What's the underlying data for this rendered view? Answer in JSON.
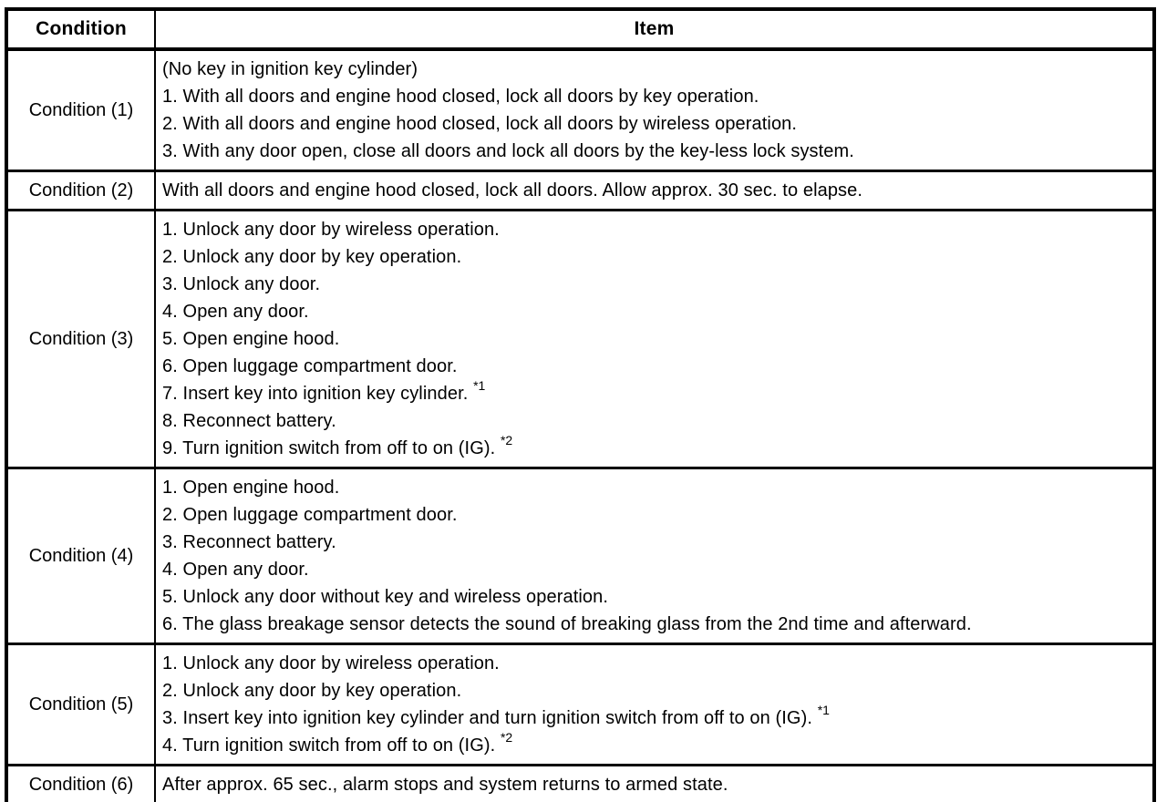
{
  "table": {
    "headers": {
      "condition": "Condition",
      "item": "Item"
    },
    "rows": [
      {
        "condition": "Condition (1)",
        "lines": [
          {
            "t": "(No key in ignition key cylinder)",
            "s": ""
          },
          {
            "t": "1. With all doors and engine hood closed, lock all doors by key operation.",
            "s": ""
          },
          {
            "t": "2. With all doors and engine hood closed, lock all doors by wireless operation.",
            "s": ""
          },
          {
            "t": "3. With any door open, close all doors and lock all doors by the key-less lock system.",
            "s": ""
          }
        ]
      },
      {
        "condition": "Condition (2)",
        "lines": [
          {
            "t": "With all doors and engine hood closed, lock all doors. Allow approx. 30 sec. to elapse.",
            "s": ""
          }
        ]
      },
      {
        "condition": "Condition (3)",
        "lines": [
          {
            "t": "1. Unlock any door by wireless operation.",
            "s": ""
          },
          {
            "t": "2. Unlock any door by key operation.",
            "s": ""
          },
          {
            "t": "3. Unlock any door.",
            "s": ""
          },
          {
            "t": "4. Open any door.",
            "s": ""
          },
          {
            "t": "5. Open engine hood.",
            "s": ""
          },
          {
            "t": "6. Open luggage compartment door.",
            "s": ""
          },
          {
            "t": "7. Insert key into ignition key cylinder.",
            "s": "*1"
          },
          {
            "t": "8. Reconnect battery.",
            "s": ""
          },
          {
            "t": "9. Turn ignition switch from off to on (IG).",
            "s": "*2"
          }
        ]
      },
      {
        "condition": "Condition (4)",
        "lines": [
          {
            "t": "1. Open engine hood.",
            "s": ""
          },
          {
            "t": "2. Open luggage compartment door.",
            "s": ""
          },
          {
            "t": "3. Reconnect battery.",
            "s": ""
          },
          {
            "t": "4. Open any door.",
            "s": ""
          },
          {
            "t": "5. Unlock any door without key and wireless operation.",
            "s": ""
          },
          {
            "t": "6. The glass breakage sensor detects the sound of breaking glass from the 2nd time and afterward.",
            "s": ""
          }
        ]
      },
      {
        "condition": "Condition (5)",
        "lines": [
          {
            "t": "1. Unlock any door by wireless operation.",
            "s": ""
          },
          {
            "t": "2. Unlock any door by key operation.",
            "s": ""
          },
          {
            "t": "3. Insert key into ignition key cylinder and turn ignition switch from off to on (IG).",
            "s": "*1"
          },
          {
            "t": "4. Turn ignition switch from off to on (IG).",
            "s": "*2"
          }
        ]
      },
      {
        "condition": "Condition (6)",
        "lines": [
          {
            "t": "After approx. 65 sec., alarm stops and system returns to armed state.",
            "s": ""
          }
        ]
      }
    ]
  }
}
